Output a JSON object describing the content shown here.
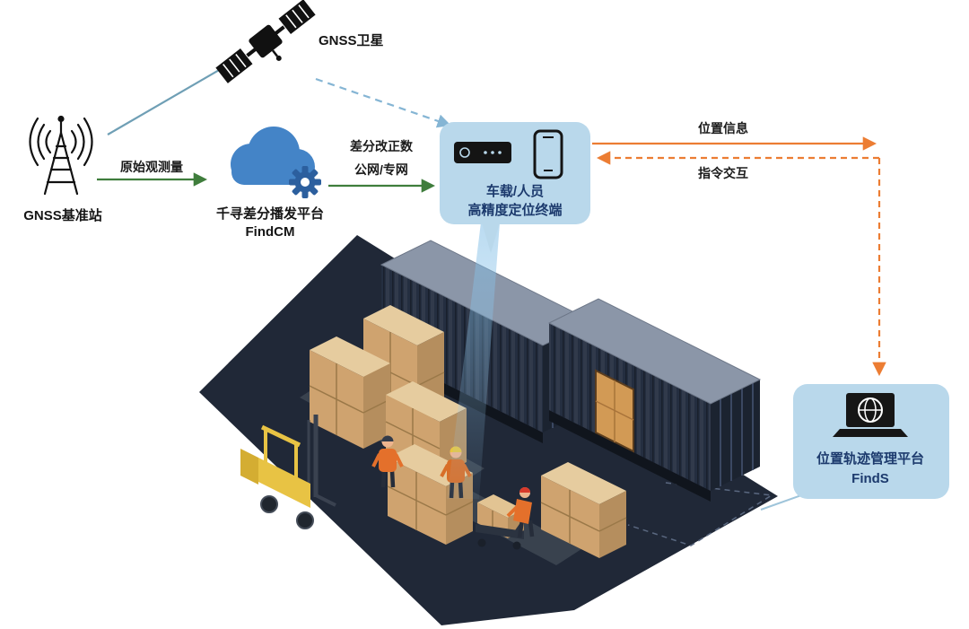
{
  "diagram": {
    "satellite_label": "GNSS卫星",
    "base_station_label": "GNSS基准站",
    "raw_observation_label": "原始观测量",
    "cloud_platform_label": "千寻差分播发平台",
    "cloud_platform_name": "FindCM",
    "correction_label_line1": "差分改正数",
    "correction_label_line2": "公网/专网",
    "terminal_label_line1": "车载/人员",
    "terminal_label_line2": "高精度定位终端",
    "position_info_label": "位置信息",
    "command_interaction_label": "指令交互",
    "platform_label_line1": "位置轨迹管理平台",
    "platform_label_line2": "FindS"
  },
  "colors": {
    "bubble_bg": "#b9d8eb",
    "green_arrow": "#3f7d3c",
    "orange_arrow": "#ec7d33",
    "satellite_link_line": "#6f9fb5",
    "dashed_sky_link": "#85b5d4",
    "cloud_blue": "#4484c7",
    "gear_blue": "#2c5f9e",
    "bubble_text": "#1c3a6d",
    "dark_text": "#151515",
    "platform_dark": "#202837",
    "container_front": "#242e40",
    "container_top": "#8b96a8",
    "box_tan": "#cfa36f",
    "forklift_yellow": "#e8c344",
    "beam_blue": "#82bee6"
  }
}
